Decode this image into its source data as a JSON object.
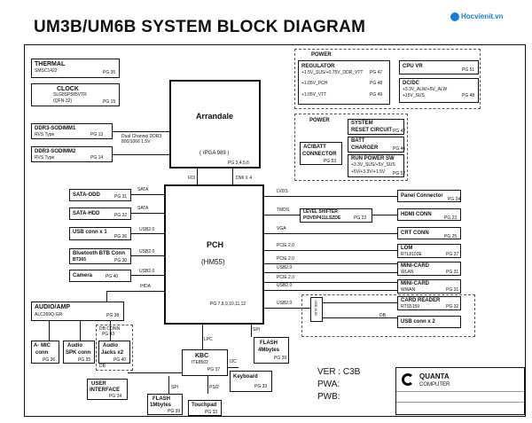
{
  "header": {
    "title": "UM3B/UM6B SYSTEM BLOCK DIAGRAM",
    "logo": "Hocvienit.vn"
  },
  "blocks": {
    "thermal": {
      "name": "THERMAL",
      "part": "SMSC1422",
      "page": "PG 35"
    },
    "clock": {
      "name": "CLOCK",
      "part": "SLG8SP585VTR",
      "part2": "(QFN-32)",
      "page": "PG 15"
    },
    "ddr1": {
      "name": "DDR3-SODIMM1",
      "type": "RVS Type",
      "page": "PG 13"
    },
    "ddr2": {
      "name": "DDR3-SODIMM2",
      "type": "RVS Type",
      "page": "PG 14"
    },
    "ddr_bus": {
      "line1": "Dual Channel DDR3",
      "line2": "800/1066  1.5V"
    },
    "cpu": {
      "name": "Arrandale",
      "pkg": "( rPGA 989 )",
      "page": "PG 3,4,5,6"
    },
    "fdi": "FDI",
    "dmi": "DMI X 4",
    "pch": {
      "name": "PCH",
      "part": "(HM55)",
      "page": "PG 7,8,9,10,11,12"
    },
    "sata_odd": {
      "name": "SATA-ODD",
      "page": "PG 31",
      "bus": "SATA"
    },
    "sata_hdd": {
      "name": "SATA-HDD",
      "page": "PG 32",
      "bus": "SATA"
    },
    "usb_conn1": {
      "name": "USB conn x 1",
      "page": "PG 36",
      "bus": "USB2.0"
    },
    "bluetooth": {
      "name": "Bluetooth BTB Conn",
      "part": "BT365",
      "page": "PG 30",
      "bus": "USB2.0"
    },
    "camera": {
      "name": "Camera",
      "page": "PG 40",
      "bus": "USB2.0"
    },
    "ihda": "IHDA",
    "audio": {
      "name": "AUDIO/AMP",
      "part": "ALC269Q-GR",
      "page": "PG 38"
    },
    "mic": {
      "name": "A- MIC",
      "name2": "conn",
      "page": "PG 36"
    },
    "spk": {
      "name": "Audio",
      "name2": "SPK conn",
      "page": "PG 35"
    },
    "jacks": {
      "name": "Audio",
      "name2": "Jacks x2",
      "page": "PG 40"
    },
    "db_conn": {
      "name": "DB CONN",
      "page": "PG 43"
    },
    "db": "DB",
    "user_if": {
      "name": "USER",
      "name2": "INTERFACE",
      "page": "PG 34"
    },
    "lpc": "LPC",
    "kbc": {
      "name": "KBC",
      "part": "ITE8502",
      "page": "PG 37"
    },
    "spi": "SPI",
    "spi2": "SPI",
    "ps2": "PS/2",
    "flash1": {
      "name": "FLASH",
      "size": "1Mbytes",
      "page": "PG 39"
    },
    "touchpad": {
      "name": "Touchpad",
      "page": "PG 33"
    },
    "keyboard": {
      "name": "Keyboard",
      "page": "PG 33"
    },
    "flash4": {
      "name": "FLASH",
      "size": "4Mbytes",
      "page": "PG 39"
    },
    "i2c": "I2C",
    "lvds": "LVDS",
    "tmds": "TMDS",
    "vga": "VGA",
    "pcie1": "PCIE 2.0",
    "pcie2": "PCIE 2.0",
    "pcie3": "PCIE 2.0",
    "usb_r1": "USB2.0",
    "usb_r2": "USB2.0",
    "usb_r3": "USB2.0",
    "level_shifter": {
      "name": "LEVEL SHIFTER",
      "part": "PI3VDP411LSZDE",
      "page": "PG 23"
    },
    "panel": {
      "name": "Panel Connector",
      "page": "PG 24"
    },
    "hdmi": {
      "name": "HDMI CONN",
      "page": "PG 23"
    },
    "crt": {
      "name": "CRT CONN",
      "page": "PG 25"
    },
    "lom": {
      "name": "LOM",
      "part": "RTL8103E",
      "page": "PG 37"
    },
    "wlan": {
      "name": "MINI-CARD",
      "part": "WLAN",
      "page": "PG 31"
    },
    "wwan": {
      "name": "MINI-CARD",
      "part": "WWAN",
      "page": "PG 31"
    },
    "usb_hub": "USB HUB",
    "card_reader": {
      "name": "CARD READER",
      "part": "RTS5159",
      "page": "PG 32"
    },
    "usb_conn2": {
      "name": "USB conn x 2"
    },
    "db2": "DB",
    "power1": {
      "title": "POWER",
      "regulator": "REGULATOR",
      "r1": "+1.5V_SUS/+0.75V_DDR_VTT",
      "r1pg": "PG 47",
      "r2": "+1.05V_PCH",
      "r2pg": "PG 48",
      "r3": "+1.05V_VTT",
      "r3pg": "PG 49",
      "cpuvr": "CPU VR",
      "cpuvrpg": "PG 51",
      "dcdc": "DC/DC",
      "dc1": "+3.3V_ALW/+5V_ALW",
      "dc2": "+15V_SUS",
      "dcpg": "PG 48"
    },
    "power2": {
      "title": "POWER",
      "acbatt": "AC/BATT",
      "connector": "CONNECTOR",
      "acpg": "PG 53",
      "sysreset": "SYSTEM",
      "sysreset2": "RESET CIRCUIT",
      "syspg": "PG 42",
      "batt": "BATT",
      "charger": "CHARGER",
      "chgpg": "PG 46",
      "runpower": "RUN POWER SW",
      "run1": "+3.3V_SUS/+5V_SUS",
      "run2": "+5V/+3.3V/+1.5V",
      "runpg": "PG 52"
    },
    "version": {
      "ver": "VER : C3B",
      "pwa": "PWA:",
      "pwb": "PWB:"
    },
    "quanta": {
      "name": "QUANTA",
      "name2": "COMPUTER"
    }
  }
}
